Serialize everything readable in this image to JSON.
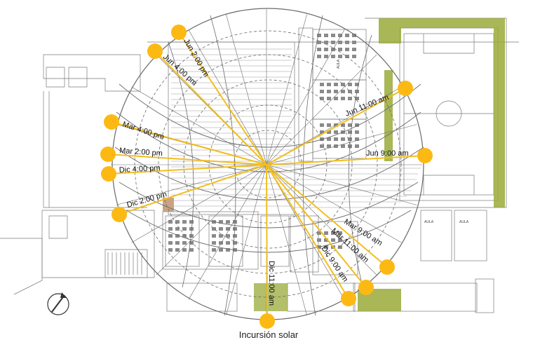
{
  "diagram": {
    "caption": "Incursión solar",
    "sun_color": "#FDB913",
    "ray_color": "#F2BE1E",
    "plan_line_color": "#707070",
    "green_roof_color": "#9AAA3A",
    "soil_color": "#C9A383",
    "north_arrow_icon": "north-arrow-icon",
    "sun_icon": "sun-position-icon",
    "room_label": "AULA",
    "ray_labels": {
      "jun_200_pm": "Jun 2:00 pm",
      "jun_400_pm": "Jun 4:00 pm",
      "mar_400_pm": "Mar 4:00 pm",
      "mar_200_pm": "Mar 2:00 pm",
      "dic_400_pm": "Dic 4:00 pm",
      "dic_200_pm": "Dic 2:00 pm",
      "jun_1100_am": "Jun 11:00 am",
      "jun_900_am": "Jun 9:00 am",
      "mar_900_am": "Mar 9:00 am",
      "mar_1100_am": "Mar 11:00 am",
      "dic_900_am": "Dic 9:00 am",
      "dic_1100_am": "Dic 11:00 am"
    }
  }
}
